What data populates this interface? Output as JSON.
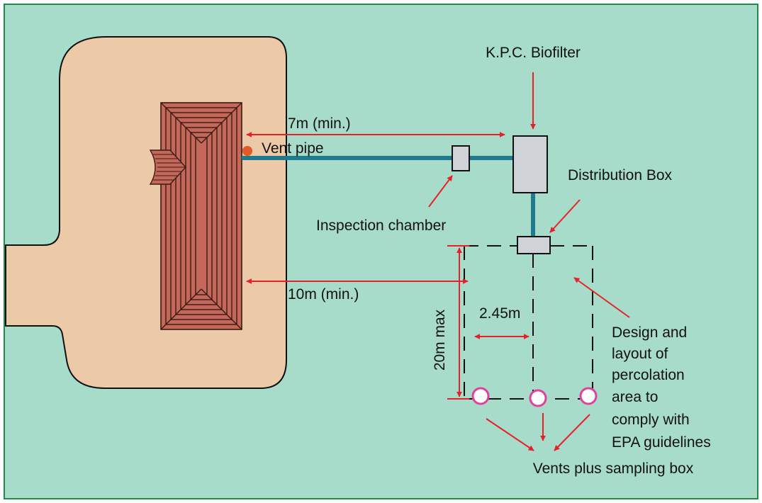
{
  "colors": {
    "background": "#a6dcc9",
    "frame": "#1e8b4a",
    "site": "#eccaa8",
    "roof": "#c4685a",
    "pipe": "#1f7a8e",
    "arrow": "#e8202a",
    "box": "#cfd3d8",
    "vent_ring": "#e0429b",
    "vent_dot": "#e05a2a"
  },
  "labels": {
    "biofilter": "K.P.C. Biofilter",
    "dist_7m": "7m (min.)",
    "vent_pipe": "Vent pipe",
    "distribution_box": "Distribution Box",
    "inspection_chamber": "Inspection chamber",
    "dist_10m": "10m (min.)",
    "spacing": "2.45m",
    "max_length": "20m max",
    "design_note": [
      "Design and",
      "layout of",
      "percolation",
      "area to",
      "comply with",
      "EPA guidelines"
    ],
    "vents": "Vents plus sampling box"
  },
  "icons": [
    "house-roof-icon",
    "vent-pipe-dot-icon",
    "inspection-chamber-icon",
    "biofilter-tank-icon",
    "distribution-box-icon",
    "vent-ring-icon"
  ]
}
